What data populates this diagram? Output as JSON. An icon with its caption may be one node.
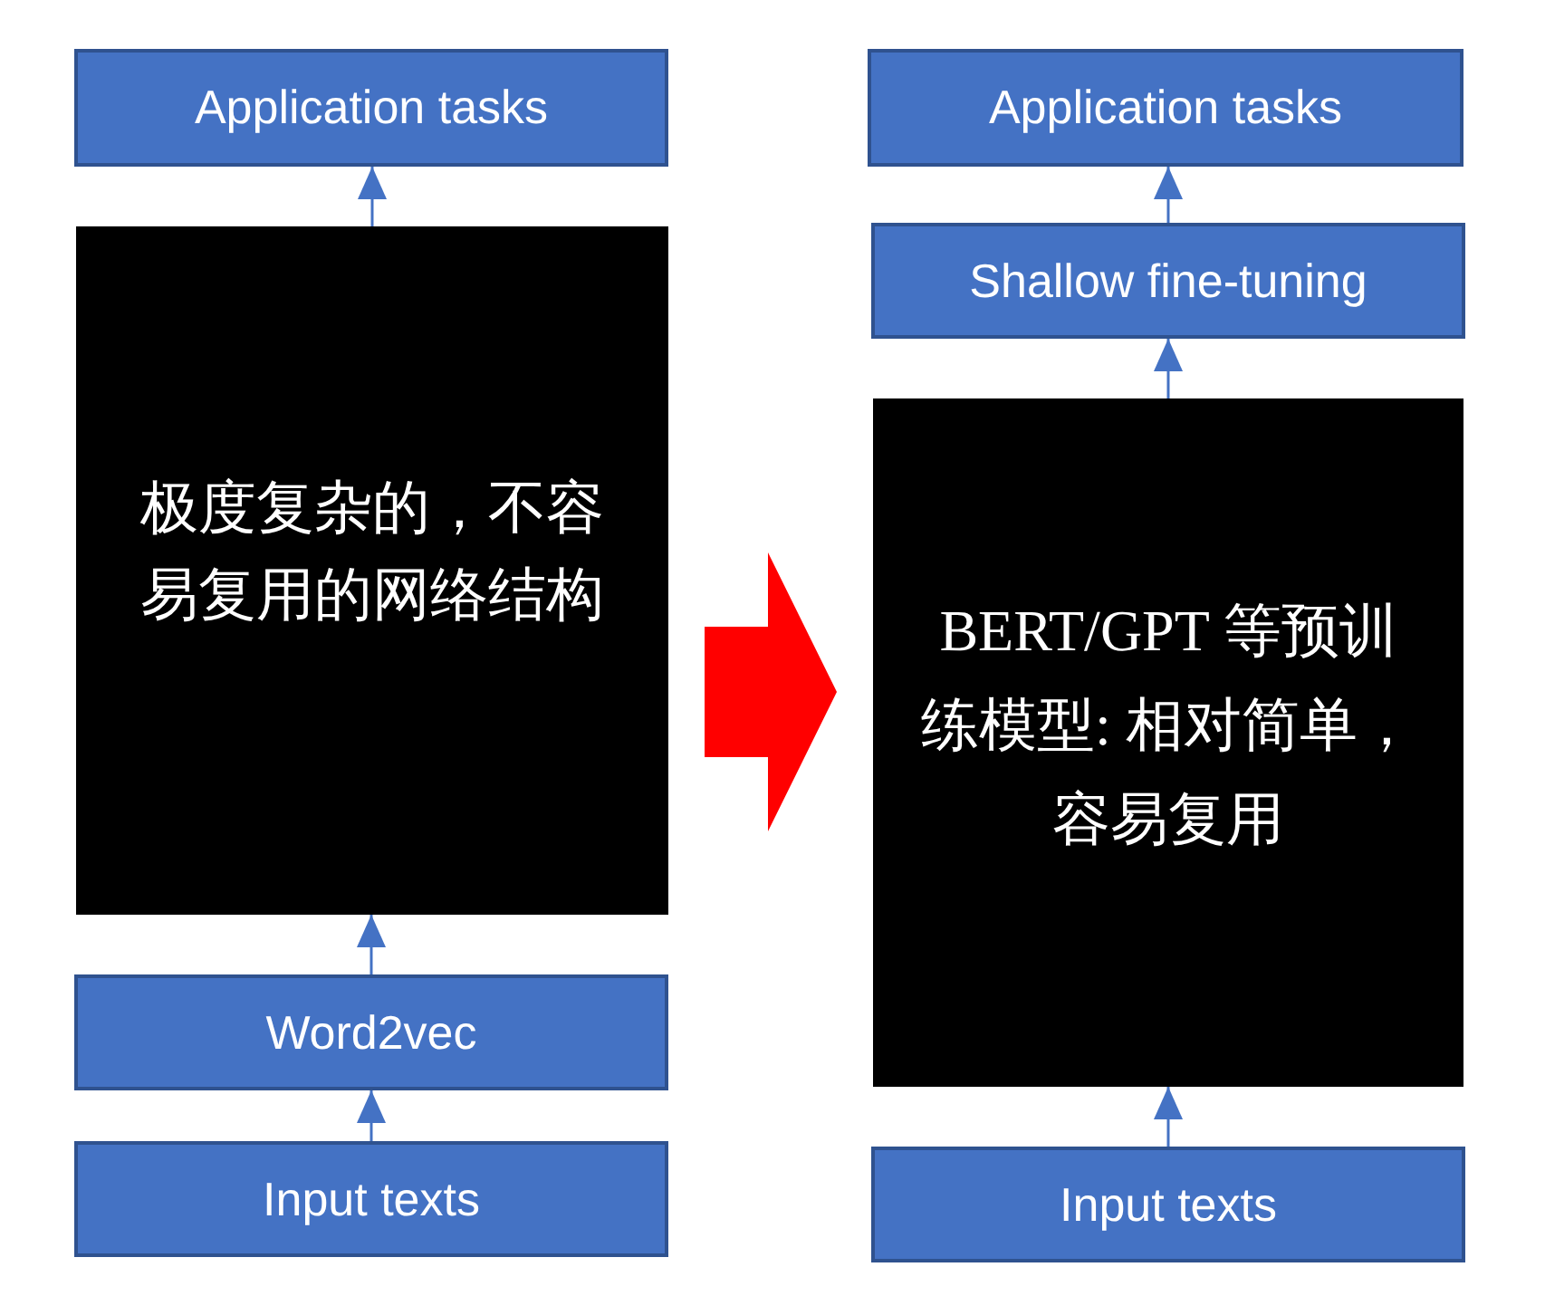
{
  "diagram": {
    "nodes": [
      {
        "text": [
          "Application tasks"
        ]
      },
      {
        "text": [
          "极度复杂的，不容易复用的网络结构"
        ]
      },
      {
        "text": [
          "Word2vec"
        ]
      },
      {
        "text": [
          "Input texts"
        ]
      },
      {
        "text": [
          "Application tasks"
        ]
      },
      {
        "text": [
          "Shallow fine-tuning"
        ]
      },
      {
        "text": [
          "BERT/GPT 等预训练模型: 相对简单，容易复用"
        ]
      },
      {
        "text": [
          "Input texts"
        ]
      }
    ],
    "edges": [
      {
        "from": 3,
        "to": 2,
        "arrow": "to"
      },
      {
        "from": 2,
        "to": 1,
        "arrow": "to"
      },
      {
        "from": 1,
        "to": 0,
        "arrow": "to"
      },
      {
        "from": 7,
        "to": 6,
        "arrow": "to"
      },
      {
        "from": 6,
        "to": 5,
        "arrow": "to"
      },
      {
        "from": 5,
        "to": 4,
        "arrow": "to"
      },
      {
        "from": 1,
        "to": 6,
        "arrow": "to",
        "style": "thick",
        "color": "#ff0000"
      }
    ]
  }
}
